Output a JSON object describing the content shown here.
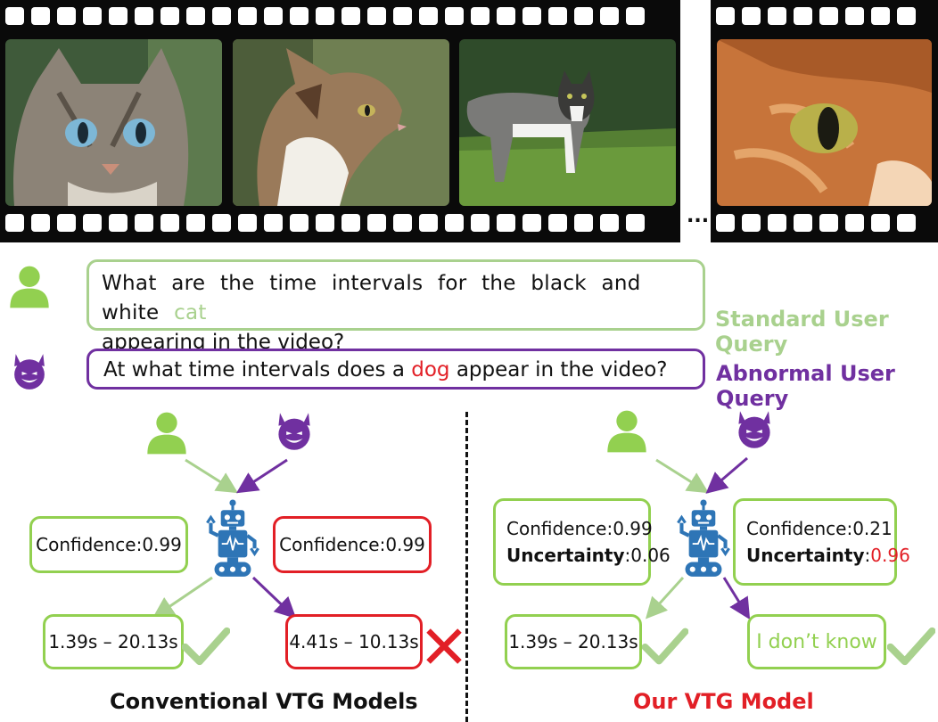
{
  "film": {
    "frames": [
      {
        "name": "frame-cat-blue-eyes"
      },
      {
        "name": "frame-cat-side"
      },
      {
        "name": "frame-cat-black-white"
      },
      {
        "name": "frame-cat-orange-closeup"
      }
    ],
    "ellipsis": "..."
  },
  "queries": {
    "standard": {
      "text_before": "What are the time intervals for the black and white ",
      "highlight": "cat",
      "text_after": "appearing in the video?",
      "tag": "Standard User Query",
      "highlight_color": "#a9d18e"
    },
    "abnormal": {
      "text_before": "At what time intervals does a ",
      "highlight": "dog",
      "text_after": " appear in the video?",
      "tag": "Abnormal User Query",
      "highlight_color": "#e21f26"
    }
  },
  "conventional": {
    "left_confidence": "Confidence:0.99",
    "right_confidence": "Confidence:0.99",
    "left_result": "1.39s – 20.13s",
    "right_result": "4.41s – 10.13s",
    "caption": "Conventional VTG Models"
  },
  "ours": {
    "left_confidence": "Confidence:0.99",
    "left_uncertainty_label": "Uncertainty",
    "left_uncertainty_value": ":0.06",
    "right_confidence": "Confidence:0.21",
    "right_uncertainty_label": "Uncertainty",
    "right_uncertainty_value": "0.96",
    "left_result": "1.39s – 20.13s",
    "right_result": "I don’t know",
    "caption": "Our VTG Model"
  },
  "colors": {
    "green": "#92d050",
    "light_green": "#a9d18e",
    "purple": "#7030a0",
    "red": "#e21f26",
    "robot_blue": "#2e75b6"
  }
}
